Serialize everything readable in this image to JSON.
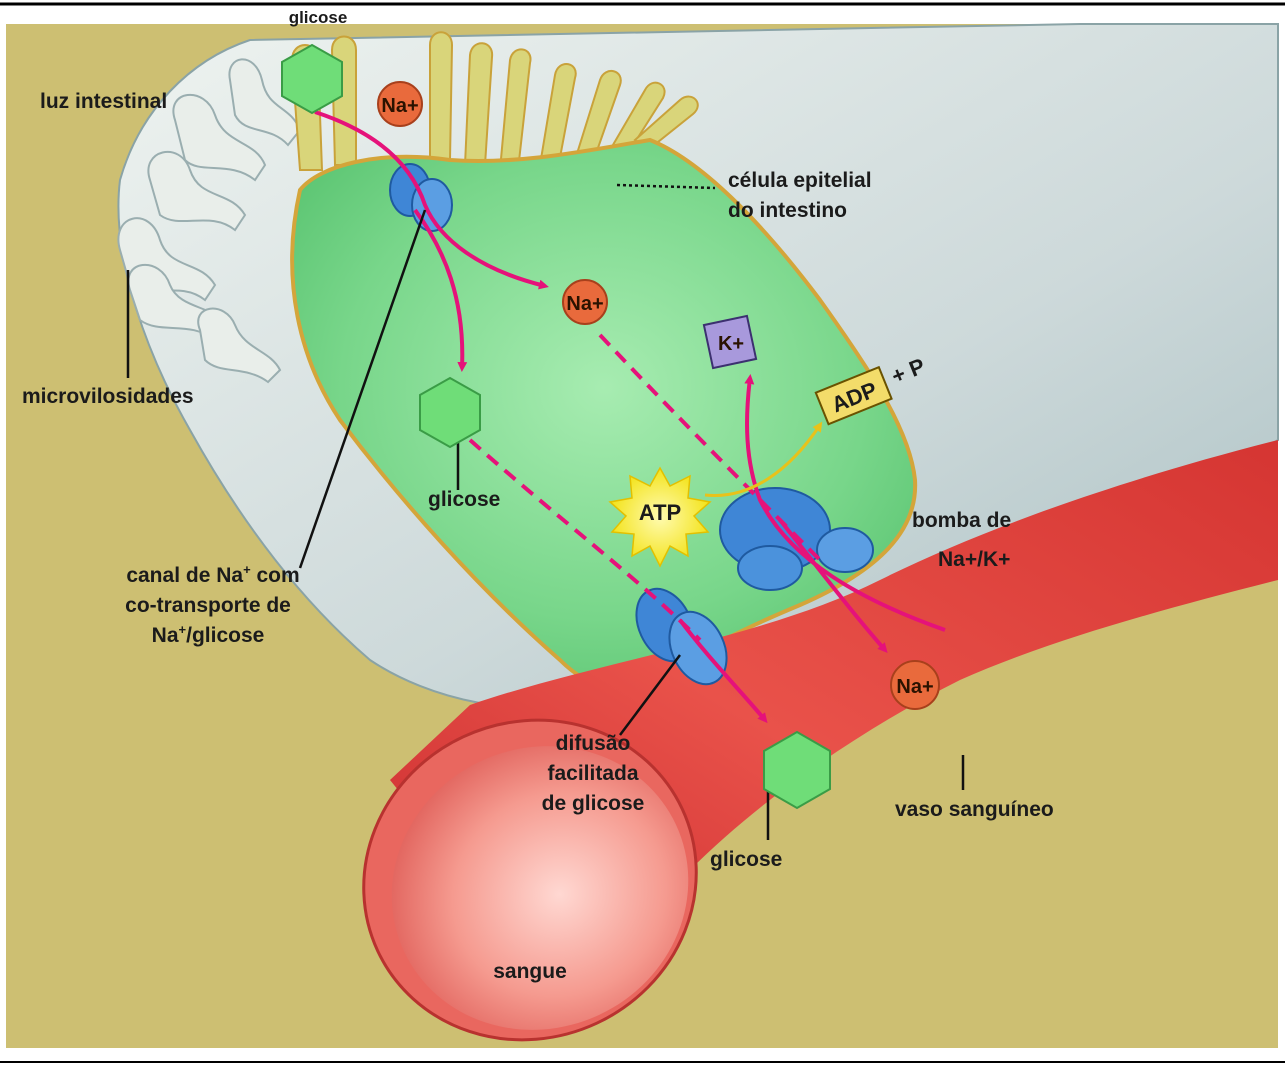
{
  "labels": {
    "glucose_top": "glicose",
    "intestinal_lumen": "luz intestinal",
    "microvilli": "microvilosidades",
    "epithelial_cell_line1": "célula epitelial",
    "epithelial_cell_line2": "do intestino",
    "glucose_inside": "glicose",
    "cotransport_line1": "canal de Na",
    "cotransport_line1_sup": "+",
    "cotransport_line1_end": " com",
    "cotransport_line2": "co-transporte de",
    "cotransport_line3": "Na",
    "cotransport_line3_sup": "+",
    "cotransport_line3_end": "/glicose",
    "pump_line1": "bomba de",
    "pump_line2": "Na+/K+",
    "facilitated_line1": "difusão",
    "facilitated_line2": "facilitada",
    "facilitated_line3": "de glicose",
    "blood_vessel": "vaso sanguíneo",
    "glucose_blood": "glicose",
    "blood": "sangue",
    "atp": "ATP",
    "adp": "ADP",
    "plus_p": "+ P"
  },
  "ions": {
    "na_top": "Na+",
    "na_mid": "Na+",
    "na_bottom": "Na+",
    "k": "K+"
  },
  "colors": {
    "background": "#cdbf72",
    "cell_green": "#7fd98e",
    "cell_border": "#d4a53a",
    "membrane_grey": "#c9d6d6",
    "vessel_red": "#e2453f",
    "vessel_inner": "#f08f86",
    "glucose": "#6fdd78",
    "ion_orange": "#e96a3c",
    "potassium": "#a899dc",
    "protein_blue": "#3f86d6",
    "arrow_magenta": "#e5127a",
    "atp_yellow": "#f7ec2a"
  }
}
